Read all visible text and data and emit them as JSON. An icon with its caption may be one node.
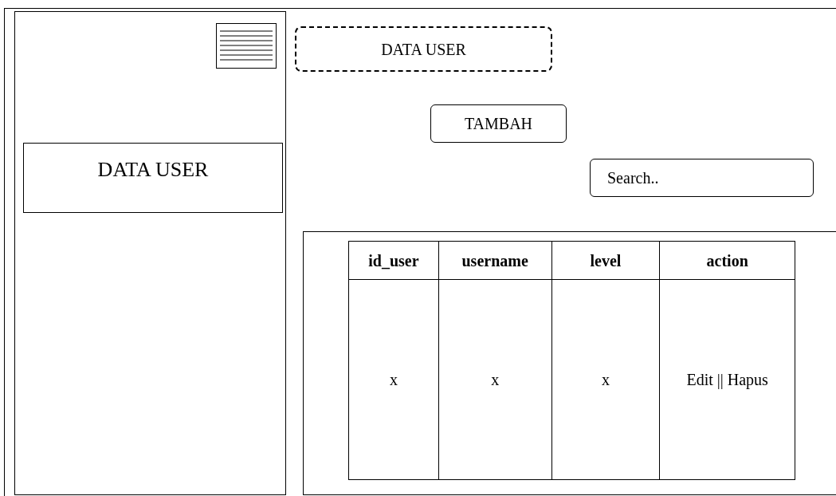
{
  "diagram": {
    "nodes": [
      {
        "text": [],
        "shape": "box"
      },
      {
        "text": [
          "DATA USER"
        ],
        "in": 0
      },
      {
        "text": [
          "DATA USER"
        ]
      },
      {
        "text": [
          "TAMBAH"
        ]
      },
      {
        "text": [
          "Search.."
        ]
      },
      {
        "text": [],
        "shape": "box"
      }
    ],
    "labels": [
      "id_user",
      "username",
      "level",
      "action",
      "x",
      "x",
      "x",
      "Edit || Hapus"
    ]
  }
}
